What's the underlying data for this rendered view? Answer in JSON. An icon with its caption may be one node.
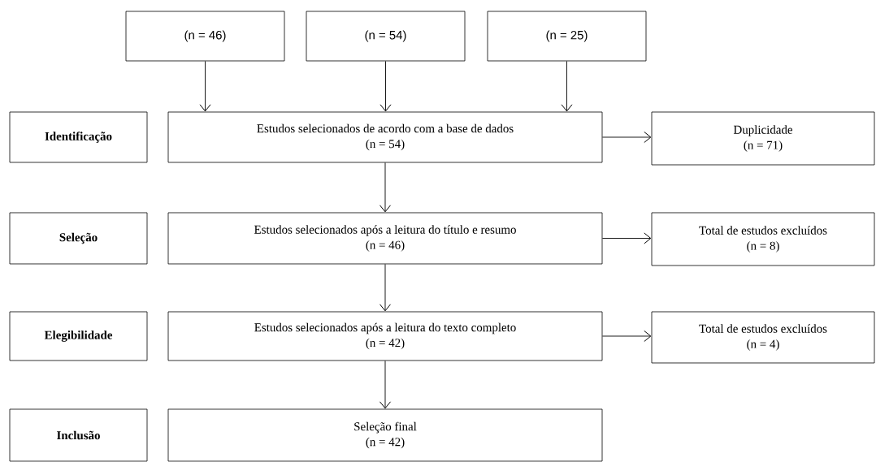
{
  "diagram": {
    "nodes": [
      {
        "text": [
          "(n = 46)"
        ]
      },
      {
        "text": [
          "(n = 54)"
        ]
      },
      {
        "text": [
          "(n = 25)"
        ]
      },
      {
        "text": [
          "Identificação"
        ]
      },
      {
        "text": [
          "Estudos selecionados de acordo com a base de dados",
          "(n = 54)"
        ]
      },
      {
        "text": [
          "Duplicidade",
          "(n = 71)"
        ]
      },
      {
        "text": [
          "Seleção"
        ]
      },
      {
        "text": [
          "Estudos selecionados após a leitura  do título e resumo",
          "(n = 46)"
        ]
      },
      {
        "text": [
          "Total de estudos excluídos",
          "(n = 8)"
        ]
      },
      {
        "text": [
          "Elegibilidade"
        ]
      },
      {
        "text": [
          "Estudos selecionados após a leitura  do texto completo",
          "(n = 42)"
        ]
      },
      {
        "text": [
          "Total de estudos excluídos",
          "(n = 4)"
        ]
      },
      {
        "text": [
          "Inclusão"
        ]
      },
      {
        "text": [
          "Seleção final",
          "(n = 42)"
        ]
      }
    ],
    "edges": [
      {
        "from": 0,
        "to": 4,
        "arrow": "to"
      },
      {
        "from": 1,
        "to": 4,
        "arrow": "to"
      },
      {
        "from": 2,
        "to": 4,
        "arrow": "to"
      },
      {
        "from": 4,
        "to": 5,
        "arrow": "to"
      },
      {
        "from": 4,
        "to": 7,
        "arrow": "to"
      },
      {
        "from": 7,
        "to": 8,
        "arrow": "to"
      },
      {
        "from": 7,
        "to": 10,
        "arrow": "to"
      },
      {
        "from": 10,
        "to": 11,
        "arrow": "to"
      },
      {
        "from": 10,
        "to": 13,
        "arrow": "to"
      }
    ]
  }
}
